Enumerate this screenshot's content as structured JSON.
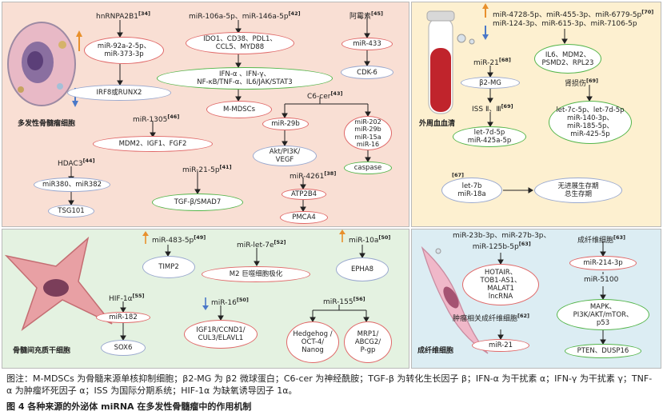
{
  "colors": {
    "p1_bg": "#f9dfd4",
    "p2_bg": "#fdf0d0",
    "p3_bg": "#e4f2e1",
    "p4_bg": "#dcedf3",
    "red_oval": "#e06868",
    "green_oval": "#54b54a",
    "blue_oval": "#9aa9cf",
    "up_arrow": "#e8902c",
    "down_arrow": "#4a78c8"
  },
  "p1": {
    "cell_label": "多发性骨髓瘤细胞",
    "hnrnpa2b1": "hnRNPA2B1",
    "hnrnpa2b1_ref": "[34]",
    "mir92": "miR-92a-2-5p、\nmiR-373-3p",
    "irf8": "IRF8或RUNX2",
    "mir106": "miR-106a-5p、miR-146a-5p",
    "mir106_ref": "[42]",
    "ido1": "IDO1、CD38、PDL1、\nCCL5、MYD88",
    "ifn": "IFN-α 、IFN-γ、\nNF-κB/TNF-α、IL6/JAK/STAT3",
    "mmdsc": "M-MDSCs",
    "amycin": "阿霉素",
    "amycin_ref": "[45]",
    "mir433": "miR-433",
    "cdk6": "CDK-6",
    "mir1305": "miR-1305",
    "mir1305_ref": "[46]",
    "mdm2": "MDM2、IGF1、FGF2",
    "c6cer": "C6-cer",
    "c6cer_ref": "[43]",
    "mir29b": "miR-29b",
    "akt": "Akt/PI3K/\nVEGF",
    "mir202": "miR-202\nmiR-29b\nmiR-15a\nmiR-16",
    "caspase": "caspase",
    "hdac3": "HDAC3",
    "hdac3_ref": "[44]",
    "mir380": "miR380、miR382",
    "tsg101": "TSG101",
    "mir215p": "miR-21-5p",
    "mir215p_ref": "[41]",
    "tgfb": "TGF-β/SMAD7",
    "mir4261": "miR-4261",
    "mir4261_ref": "[38]",
    "atp2b4": "ATP2B4",
    "pmca4": "PMCA4"
  },
  "p2": {
    "blood_label": "外周血血清",
    "up_list": "miR-4728-5p、miR-455-3p、miR-6779-5p",
    "up_ref": "[70]",
    "down_list": "miR-124-3p、miR-615-3p、miR-7106-5p",
    "il6": "IL6、MDM2、\nPSMD2、RPL23",
    "mir21": "miR-21",
    "mir21_ref": "[68]",
    "b2mg": "β2-MG",
    "kidney": "肾损伤",
    "kidney_ref": "[69]",
    "iss": "ISS Ⅱ、Ⅲ",
    "iss_ref": "[69]",
    "let7d": "let-7d-5p\nmiR-425a-5p",
    "let7list": "let-7c-5p、let-7d-5p\nmiR-140-3p、\nmiR-185-5p、\nmiR-425-5p",
    "let7b": "let-7b\nmiR-18a",
    "let7b_ref": "[67]",
    "pfs": "无进展生存期\n总生存期"
  },
  "p3": {
    "cell_label": "骨髓间充质干细胞",
    "mir483": "miR-483-5p",
    "mir483_ref": "[49]",
    "timp2": "TIMP2",
    "mirlet7e": "miR-let-7e",
    "mirlet7e_ref": "[52]",
    "m2": "M2 巨噬细胞极化",
    "mir10a": "miR-10a",
    "mir10a_ref": "[50]",
    "epha8": "EPHA8",
    "hif": "HIF-1α",
    "hif_ref": "[55]",
    "mir182": "miR-182",
    "sox6": "SOX6",
    "mir16": "miR-16",
    "mir16_ref": "[50]",
    "igf1r": "IGF1R/CCND1/\nCUL3/ELAVL1",
    "mir155": "miR-155",
    "mir155_ref": "[56]",
    "hedgehog": "Hedgehog /\nOCT-4/\nNanog",
    "mrp1": "MRP1/\nABCG2/\nP-gp"
  },
  "p4": {
    "cell_label": "成纤维细胞",
    "mir23": "miR-23b-3p、miR-27b-3p、\nmiR-125b-5p",
    "mir23_ref": "[63]",
    "hotair": "HOTAIR、\nTOB1-AS1、\nMALAT1\nlncRNA",
    "tumor_fib": "肿瘤相关成纤维细胞",
    "tumor_fib_ref": "[62]",
    "mir21": "miR-21",
    "fib": "成纤维细胞",
    "fib_ref": "[63]",
    "mir214": "miR-214-3p",
    "mir5100": "miR-5100",
    "mapk": "MAPK、\nPI3K/AKT/mTOR、\np53",
    "pten": "PTEN、DUSP16"
  },
  "caption": "图注：M-MDSCs 为骨髓来源单核抑制细胞；β2-MG 为 β2 微球蛋白；C6-cer 为神经酰胺；TGF-β 为转化生长因子 β；IFN-α 为干扰素 α；IFN-γ 为干扰素 γ；TNF-α 为肿瘤坏死因子 α；ISS 为国际分期系统；HIF-1α 为缺氧诱导因子 1α。",
  "figure_title": "图 4  各种来源的外泌体 miRNA 在多发性骨髓瘤中的作用机制"
}
